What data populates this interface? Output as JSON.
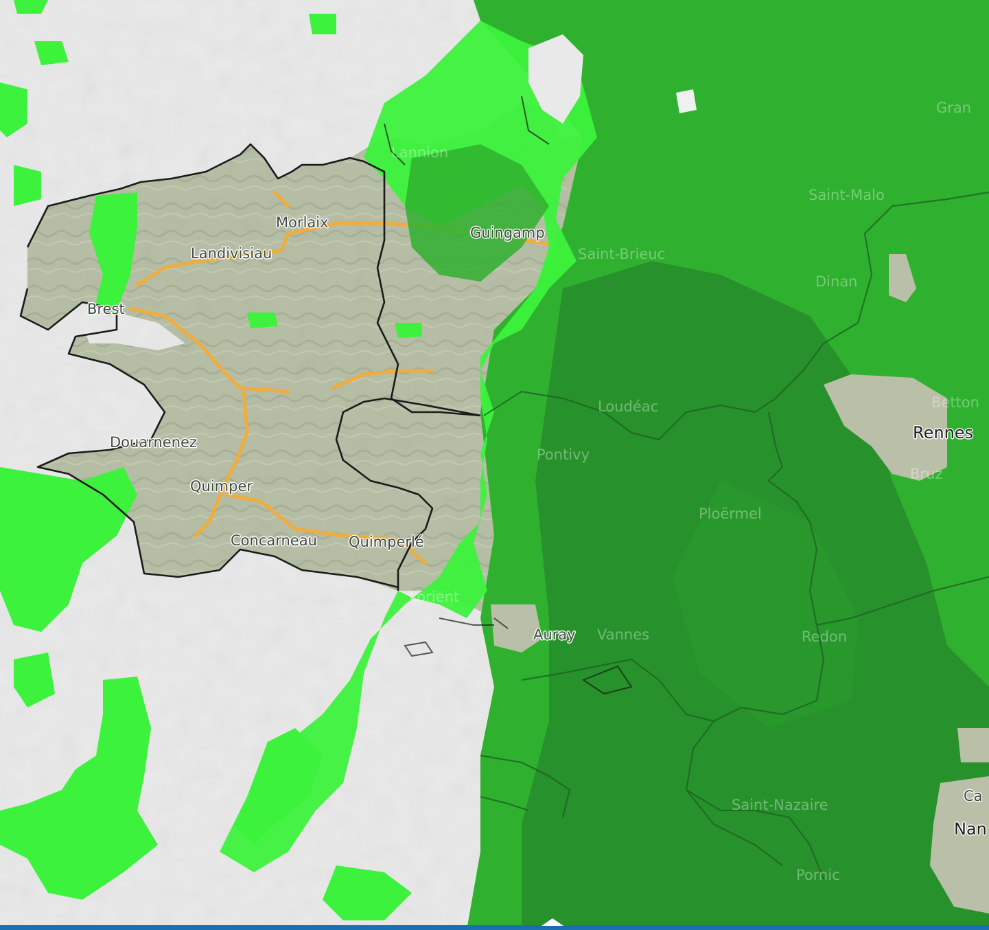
{
  "map": {
    "layers": {
      "base": "terrain-relief",
      "overlay": "precipitation-radar"
    },
    "colors": {
      "sea": "#e9e9e9",
      "land": "#b9c0a7",
      "rain_light": "#3cf23c",
      "rain_mid": "#2fb02f",
      "rain_dark": "#278f2b",
      "roads": "#f0ac3c",
      "borders": "#1a1a1a",
      "timeline_bar": "#1a6fb3"
    },
    "labels": {
      "lannion": "Lannion",
      "morlaix": "Morlaix",
      "guingamp": "Guingamp",
      "landivisiau": "Landivisiau",
      "saint_brieuc": "Saint-Brieuc",
      "saint_malo": "Saint-Malo",
      "granville": "Gran",
      "dinan": "Dinan",
      "brest": "Brest",
      "loudeac": "Loudéac",
      "douarnenez": "Douarnenez",
      "pontivy": "Pontivy",
      "rennes": "Rennes",
      "betton": "Betton",
      "bruz": "Bruz",
      "quimper": "Quimper",
      "ploermel": "Ploërmel",
      "concarneau": "Concarneau",
      "quimperle": "Quimperlé",
      "lorient": "Lorient",
      "auray": "Auray",
      "vannes": "Vannes",
      "redon": "Redon",
      "saint_nazaire": "Saint-Nazaire",
      "carquefou": "Ca",
      "nantes": "Nan",
      "pornic": "Pornic"
    }
  }
}
